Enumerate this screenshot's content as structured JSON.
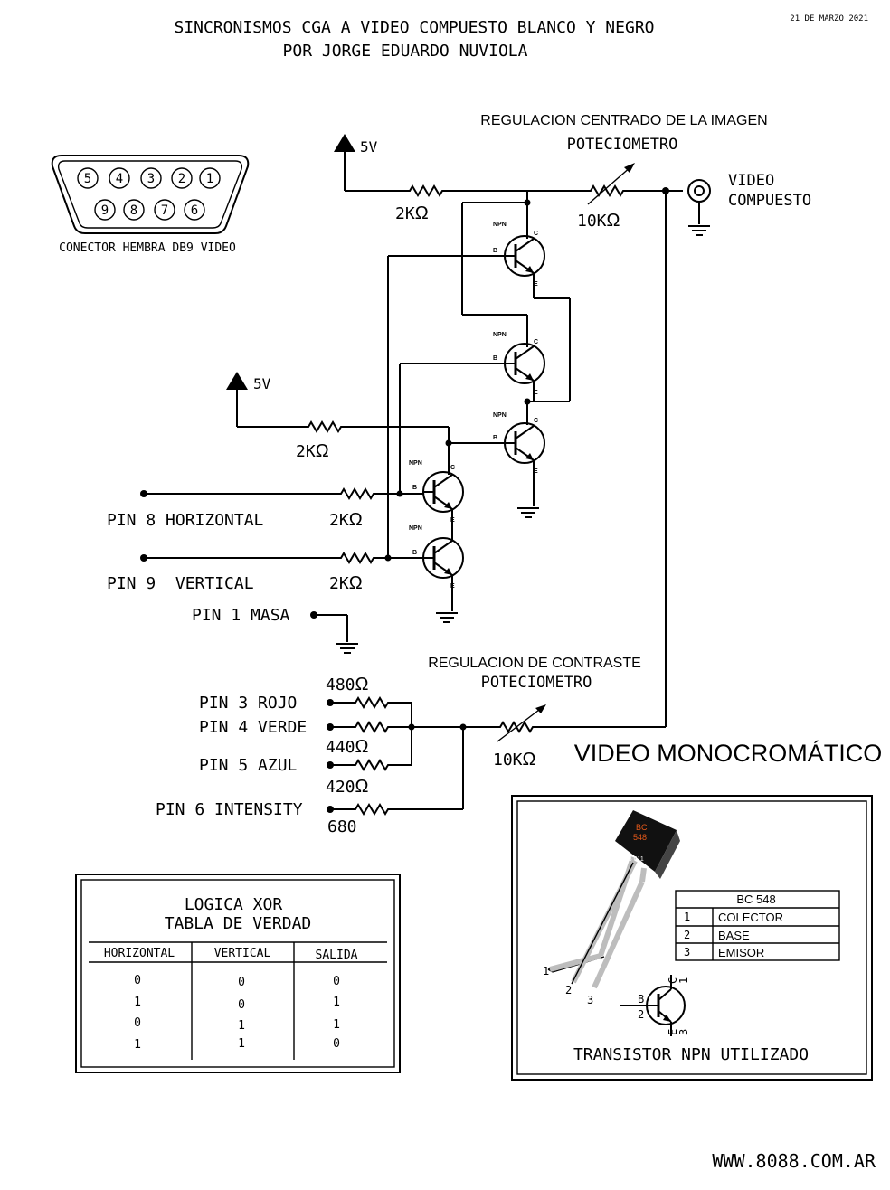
{
  "header": {
    "title": "SINCRONISMOS CGA A VIDEO COMPUESTO BLANCO Y NEGRO",
    "author": "POR JORGE EDUARDO NUVIOLA",
    "date": "21 DE MARZO 2021"
  },
  "connector": {
    "label": "CONECTOR HEMBRA DB9 VIDEO",
    "pins_top": [
      "5",
      "4",
      "3",
      "2",
      "1"
    ],
    "pins_bottom": [
      "9",
      "8",
      "7",
      "6"
    ]
  },
  "sync_circuit": {
    "supply_top": "5V",
    "supply_mid": "5V",
    "pot_caption": "REGULACION CENTRADO DE LA IMAGEN",
    "pot_label": "POTECIOMETRO",
    "pot_value": "10K",
    "r_top": "2K",
    "r_mid": "2K",
    "r_h": "2K",
    "r_v": "2K",
    "output_label_1": "VIDEO",
    "output_label_2": "COMPUESTO",
    "npn": "NPN",
    "pin_c": "C",
    "pin_b": "B",
    "pin_e": "E",
    "pin8": "PIN 8 HORIZONTAL",
    "pin9": "PIN 9  VERTICAL",
    "pin1": "PIN 1 MASA"
  },
  "video_circuit": {
    "caption": "REGULACION DE CONTRASTE",
    "pot_label": "POTECIOMETRO",
    "pot_value": "10K",
    "pin3": "PIN 3 ROJO",
    "pin4": "PIN 4 VERDE",
    "pin5": "PIN 5 AZUL",
    "pin6": "PIN 6 INTENSITY",
    "r3": "480",
    "r4": "440",
    "r5": "420",
    "r6": "680",
    "title": "VIDEO MONOCROMÁTICO"
  },
  "ohm": "Ω",
  "truth_table": {
    "title_1": "LOGICA XOR",
    "title_2": "TABLA DE VERDAD",
    "headers": [
      "HORIZONTAL",
      "VERTICAL",
      "SALIDA"
    ],
    "rows": [
      [
        "0",
        "0",
        "0"
      ],
      [
        "1",
        "0",
        "1"
      ],
      [
        "0",
        "1",
        "1"
      ],
      [
        "1",
        "1",
        "0"
      ]
    ]
  },
  "transistor_box": {
    "body_text_1": "BC",
    "body_text_2": "548",
    "body_text_3": "B 011",
    "lead_1": "1",
    "lead_2": "2",
    "lead_3": "3",
    "table_title": "BC 548",
    "table_rows": [
      [
        "1",
        "COLECTOR"
      ],
      [
        "2",
        "BASE"
      ],
      [
        "3",
        "EMISOR"
      ]
    ],
    "sym_b": "B",
    "sym_2": "2",
    "sym_c": "C",
    "sym_1": "1",
    "sym_e": "E",
    "sym_3": "3",
    "caption": "TRANSISTOR NPN UTILIZADO"
  },
  "footer": {
    "url": "WWW.8088.COM.AR"
  }
}
